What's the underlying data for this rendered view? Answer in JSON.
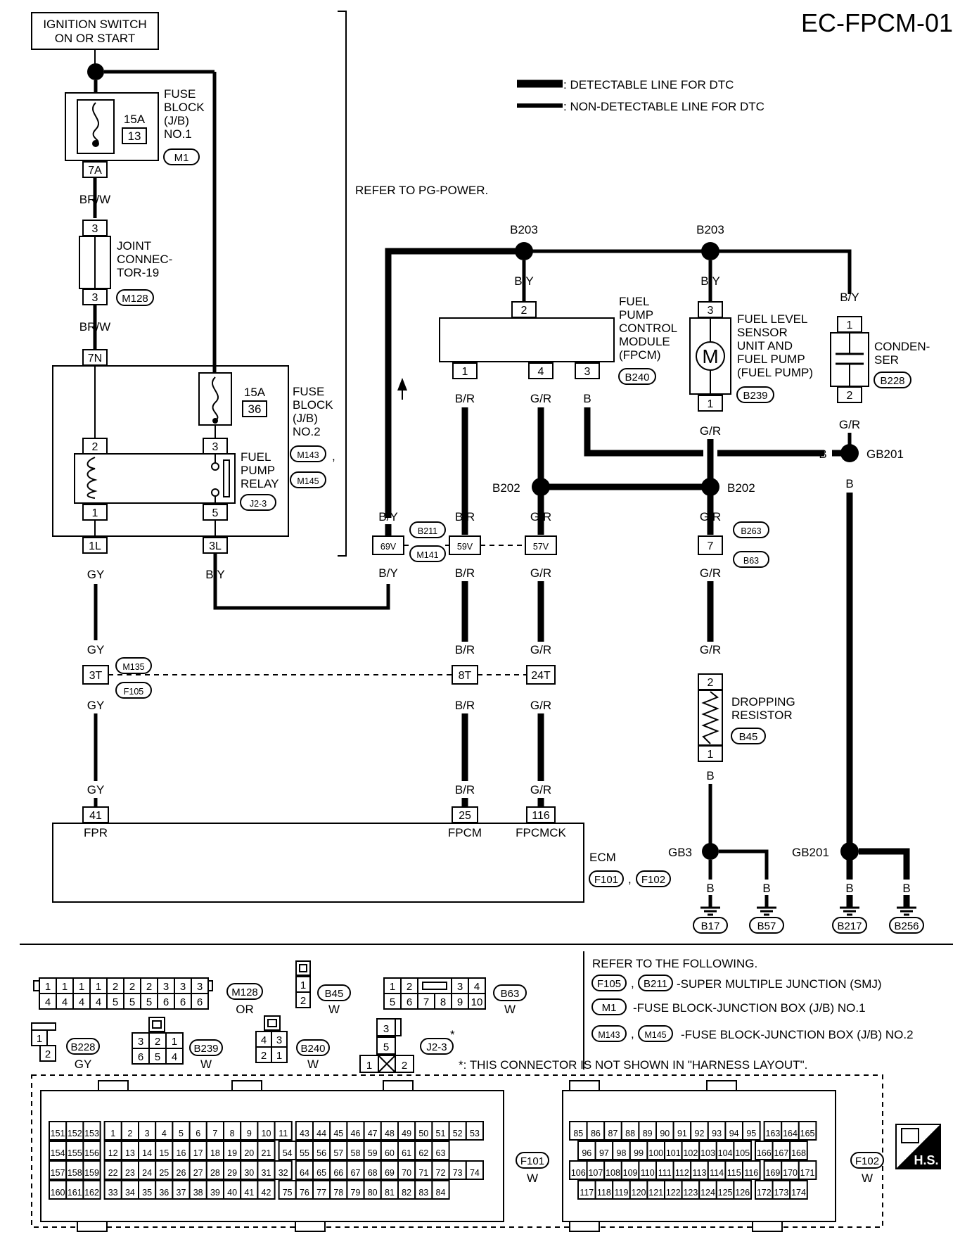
{
  "title": "EC-FPCM-01",
  "legend": {
    "detectable": ": DETECTABLE LINE FOR DTC",
    "non_detectable": ": NON-DETECTABLE LINE FOR DTC"
  },
  "ignition": {
    "line1": "IGNITION SWITCH",
    "line2": "ON OR START"
  },
  "refer_pg": "REFER TO PG-POWER.",
  "fuse1": {
    "amp": "15A",
    "num": "13",
    "l1": "FUSE",
    "l2": "BLOCK",
    "l3": "(J/B)",
    "l4": "NO.1",
    "conn": "M1",
    "pin": "7A"
  },
  "joint": {
    "l1": "JOINT",
    "l2": "CONNEC-",
    "l3": "TOR-19",
    "pin_top": "3",
    "pin_bot": "3",
    "conn": "M128"
  },
  "fuse2": {
    "amp": "15A",
    "num": "36",
    "l1": "FUSE",
    "l2": "BLOCK",
    "l3": "(J/B)",
    "l4": "NO.2",
    "pin_top": "7N"
  },
  "relay": {
    "l1": "FUEL",
    "l2": "PUMP",
    "l3": "RELAY",
    "pins": [
      "2",
      "1",
      "3",
      "5"
    ],
    "conns": [
      "M143",
      "M145",
      "J2-3"
    ],
    "comma": ",",
    "out_l": "1L",
    "out_r": "3L"
  },
  "wires": {
    "brw": "BR/W",
    "gy": "GY",
    "by": "B/Y",
    "br": "B/R",
    "gr": "G/R",
    "b": "B"
  },
  "fpcm": {
    "l1": "FUEL",
    "l2": "PUMP",
    "l3": "CONTROL",
    "l4": "MODULE",
    "l5": "(FPCM)",
    "conn": "B240",
    "pin_top": "2",
    "pins": [
      "1",
      "4",
      "3"
    ]
  },
  "sensor": {
    "l1": "FUEL LEVEL",
    "l2": "SENSOR",
    "l3": "UNIT AND",
    "l4": "FUEL PUMP",
    "l5": "(FUEL PUMP)",
    "conn": "B239",
    "pin_top": "3",
    "pin_bot": "1",
    "motor": "M"
  },
  "condenser": {
    "l1": "CONDEN-",
    "l2": "SER",
    "conn": "B228",
    "pin_top": "1",
    "pin_bot": "2"
  },
  "junctions": {
    "b203": "B203",
    "b202": "B202",
    "gb201": "GB201",
    "gb3": "GB3"
  },
  "smj1": {
    "conn_a": "B211",
    "conn_b": "M141",
    "pins": [
      "69V",
      "59V",
      "57V"
    ]
  },
  "conn_b263": {
    "conn_a": "B263",
    "conn_b": "B63",
    "pin": "7"
  },
  "smj2": {
    "conn_a": "M135",
    "conn_b": "F105",
    "pins": [
      "3T",
      "8T",
      "24T"
    ]
  },
  "resistor": {
    "l1": "DROPPING",
    "l2": "RESISTOR",
    "conn": "B45",
    "pin_top": "2",
    "pin_bot": "1"
  },
  "ecm": {
    "label": "ECM",
    "conns": [
      "F101",
      "F102"
    ],
    "comma": ",",
    "pins": [
      "41",
      "25",
      "116"
    ],
    "names": [
      "FPR",
      "FPCM",
      "FPCMCK"
    ]
  },
  "grounds": [
    "B17",
    "B57",
    "B217",
    "B256"
  ],
  "connectors": {
    "m128_top": [
      "1",
      "1",
      "1",
      "1",
      "2",
      "2",
      "2",
      "3",
      "3",
      "3"
    ],
    "m128_bot": [
      "4",
      "4",
      "4",
      "4",
      "5",
      "5",
      "5",
      "6",
      "6",
      "6"
    ],
    "m128": "M128",
    "or": "OR",
    "b45_pins": [
      "1",
      "2"
    ],
    "b45": "B45",
    "b45_color": "W",
    "b63_top": [
      "1",
      "2",
      "3",
      "4"
    ],
    "b63_bot": [
      "5",
      "6",
      "7",
      "8",
      "9",
      "10"
    ],
    "b63": "B63",
    "b63_color": "W",
    "b228_pins": [
      "1",
      "2"
    ],
    "b228": "B228",
    "b228_color": "GY",
    "b239_pins": [
      "3",
      "2",
      "1",
      "6",
      "5",
      "4"
    ],
    "b239": "B239",
    "b239_color": "W",
    "b240_pins": [
      "4",
      "3",
      "2",
      "1"
    ],
    "b240": "B240",
    "b240_color": "W",
    "j23_pins": [
      "3",
      "5",
      "1",
      "2"
    ],
    "j23": "J2-3",
    "star": "*",
    "f101": "F101",
    "f101_color": "W",
    "f102": "F102",
    "f102_color": "W",
    "hs": "H.S."
  },
  "refer": {
    "head": "REFER TO THE FOLLOWING.",
    "r1_conns": [
      "F105",
      "B211"
    ],
    "r1": "-SUPER MULTIPLE JUNCTION (SMJ)",
    "r2_conns": [
      "M1"
    ],
    "r2": "-FUSE BLOCK-JUNCTION BOX (J/B) NO.1",
    "r3_conns": [
      "M143",
      "M145"
    ],
    "r3": "-FUSE BLOCK-JUNCTION BOX (J/B) NO.2",
    "comma": ",",
    "note": "*: THIS CONNECTOR IS NOT SHOWN IN \"HARNESS LAYOUT\"."
  },
  "f101_rows": [
    [
      "151",
      "152",
      "153",
      "1",
      "2",
      "3",
      "4",
      "5",
      "6",
      "7",
      "8",
      "9",
      "10",
      "11",
      "43",
      "44",
      "45",
      "46",
      "47",
      "48",
      "49",
      "50",
      "51",
      "52",
      "53"
    ],
    [
      "154",
      "155",
      "156",
      "12",
      "13",
      "14",
      "15",
      "16",
      "17",
      "18",
      "19",
      "20",
      "21",
      "54",
      "55",
      "56",
      "57",
      "58",
      "59",
      "60",
      "61",
      "62",
      "63"
    ],
    [
      "157",
      "158",
      "159",
      "22",
      "23",
      "24",
      "25",
      "26",
      "27",
      "28",
      "29",
      "30",
      "31",
      "32",
      "64",
      "65",
      "66",
      "67",
      "68",
      "69",
      "70",
      "71",
      "72",
      "73",
      "74"
    ],
    [
      "160",
      "161",
      "162",
      "33",
      "34",
      "35",
      "36",
      "37",
      "38",
      "39",
      "40",
      "41",
      "42",
      "75",
      "76",
      "77",
      "78",
      "79",
      "80",
      "81",
      "82",
      "83",
      "84"
    ]
  ],
  "f102_rows": [
    [
      "85",
      "86",
      "87",
      "88",
      "89",
      "90",
      "91",
      "92",
      "93",
      "94",
      "95",
      "163",
      "164",
      "165"
    ],
    [
      "96",
      "97",
      "98",
      "99",
      "100",
      "101",
      "102",
      "103",
      "104",
      "105",
      "166",
      "167",
      "168"
    ],
    [
      "106",
      "107",
      "108",
      "109",
      "110",
      "111",
      "112",
      "113",
      "114",
      "115",
      "116",
      "169",
      "170",
      "171"
    ],
    [
      "117",
      "118",
      "119",
      "120",
      "121",
      "122",
      "123",
      "124",
      "125",
      "126",
      "172",
      "173",
      "174"
    ]
  ]
}
